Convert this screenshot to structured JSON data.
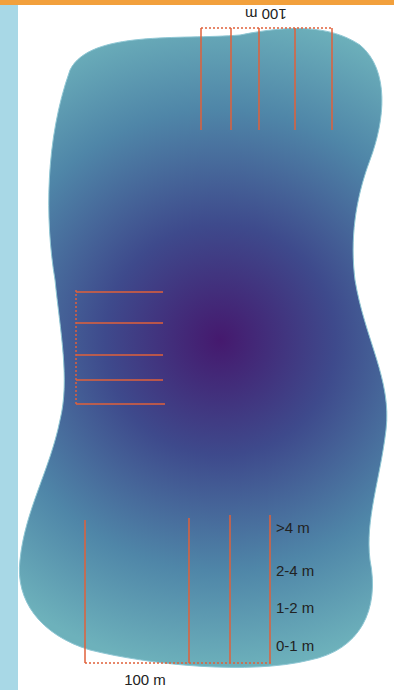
{
  "diagram": {
    "labels": [
      "100 m",
      ">4 m",
      "2-4 m",
      "1-2 m",
      "0-1 m",
      "100 m"
    ]
  }
}
